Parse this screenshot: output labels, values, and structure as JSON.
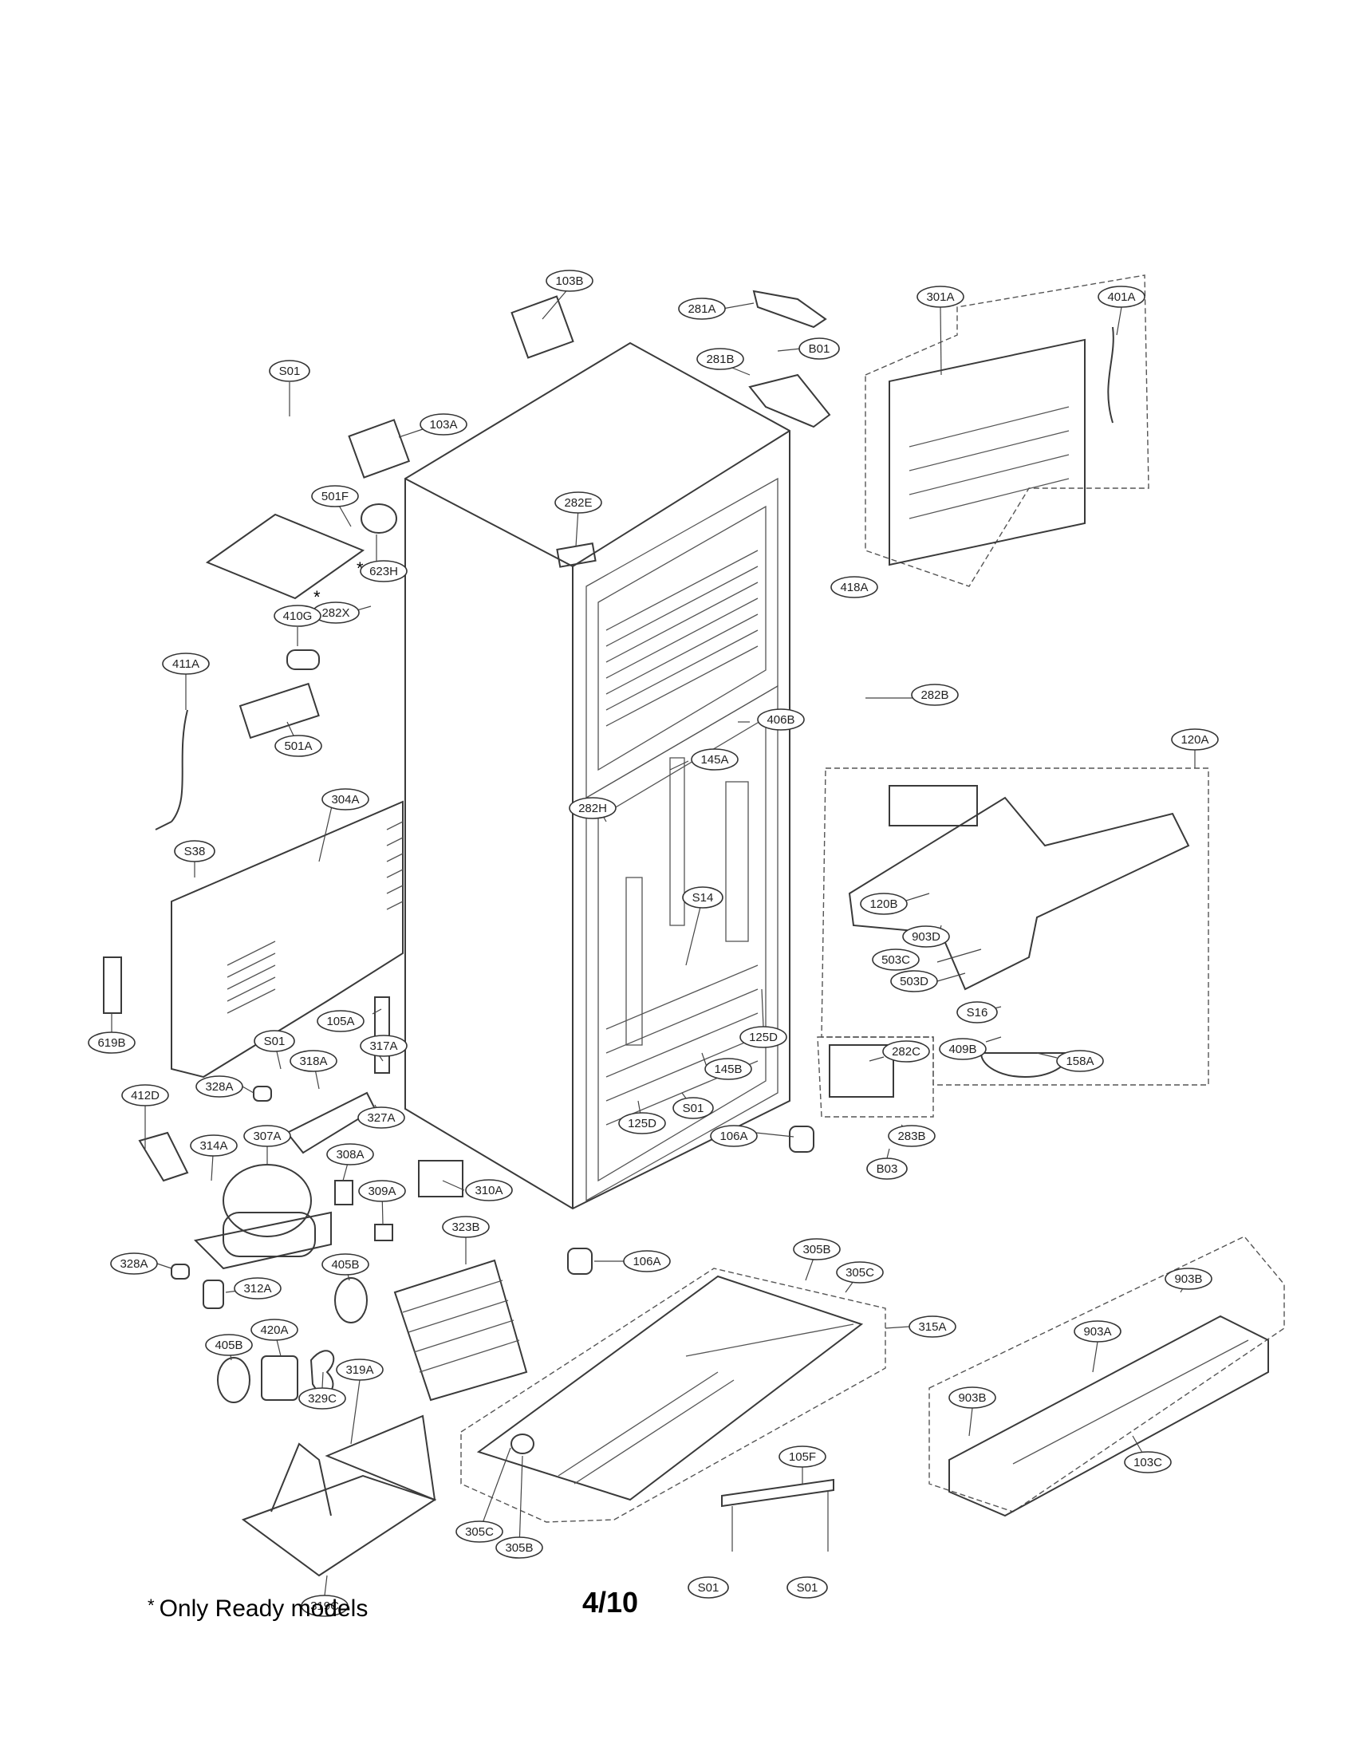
{
  "footnote": {
    "symbol": "*",
    "text": "Only Ready models"
  },
  "page_number": "4/10",
  "part_labels": {
    "103B": "103B",
    "281A": "281A",
    "301A": "301A",
    "401A": "401A",
    "281B": "281B",
    "B01": "B01",
    "S01a": "S01",
    "103A": "103A",
    "501F": "501F",
    "623H": "623H",
    "282E": "282E",
    "418A": "418A",
    "282X": "282X",
    "410G": "410G",
    "411A": "411A",
    "501A": "501A",
    "282B": "282B",
    "406B": "406B",
    "120A": "120A",
    "304A": "304A",
    "145A": "145A",
    "282H": "282H",
    "S38": "S38",
    "120B": "120B",
    "S14": "S14",
    "903D": "903D",
    "503C": "503C",
    "503D": "503D",
    "S16": "S16",
    "619B": "619B",
    "105A": "105A",
    "125Da": "125D",
    "409B": "409B",
    "158A": "158A",
    "282C": "282C",
    "S01b": "S01",
    "317A": "317A",
    "318A": "318A",
    "412D": "412D",
    "328Aa": "328A",
    "145B": "145B",
    "S01c": "S01",
    "327A": "327A",
    "283B": "283B",
    "125Db": "125D",
    "106Aa": "106A",
    "314A": "314A",
    "307A": "307A",
    "B03": "B03",
    "308A": "308A",
    "309A": "309A",
    "310A": "310A",
    "323B": "323B",
    "106Ab": "106A",
    "305Ba": "305B",
    "305Ca": "305C",
    "328Ab": "328A",
    "312A": "312A",
    "405Ba": "405B",
    "903Ba": "903B",
    "315A": "315A",
    "420A": "420A",
    "405Bb": "405B",
    "329C": "329C",
    "903A": "903A",
    "319A": "319A",
    "903Bb": "903B",
    "105F": "105F",
    "103C": "103C",
    "305Cb": "305C",
    "305Bb": "305B",
    "319C": "319C",
    "S01d": "S01",
    "S01e": "S01"
  },
  "asterisk_marks": [
    "*",
    "*"
  ]
}
